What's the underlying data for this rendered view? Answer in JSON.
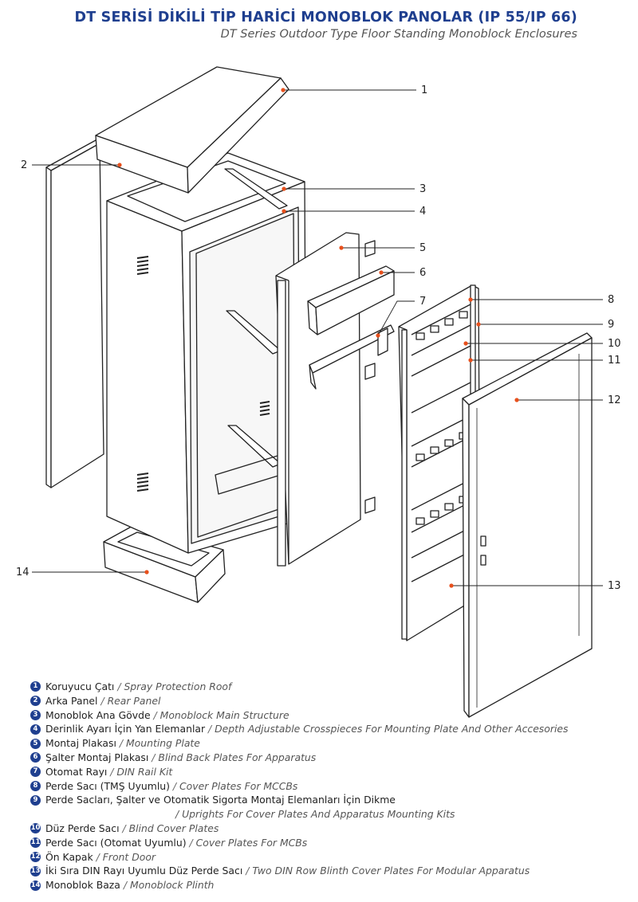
{
  "header": {
    "title": "DT SERİSİ DİKİLİ TİP HARİCİ MONOBLOK PANOLAR (IP 55/IP 66)",
    "subtitle": "DT Series Outdoor Type Floor Standing Monoblock Enclosures"
  },
  "callouts": [
    "1",
    "2",
    "3",
    "4",
    "5",
    "6",
    "7",
    "8",
    "9",
    "10",
    "11",
    "12",
    "13",
    "14"
  ],
  "legend": [
    {
      "num": "1",
      "tr": "Koruyucu Çatı",
      "en": "Spray Protection Roof"
    },
    {
      "num": "2",
      "tr": "Arka Panel",
      "en": "Rear Panel"
    },
    {
      "num": "3",
      "tr": "Monoblok Ana Gövde",
      "en": "Monoblock Main Structure"
    },
    {
      "num": "4",
      "tr": "Derinlik Ayarı İçin Yan Elemanlar",
      "en": "Depth Adjustable Crosspieces For Mounting Plate And Other Accesories"
    },
    {
      "num": "5",
      "tr": "Montaj Plakası ",
      "en": "Mounting Plate"
    },
    {
      "num": "6",
      "tr": "Şalter Montaj Plakası",
      "en": "Blind Back Plates For Apparatus"
    },
    {
      "num": "7",
      "tr": "Otomat Rayı",
      "en": "DIN Rail Kit"
    },
    {
      "num": "8",
      "tr": "Perde Sacı (TMŞ Uyumlu)",
      "en": "Cover Plates For MCCBs"
    },
    {
      "num": "9",
      "tr": "Perde Sacları, Şalter ve Otomatik Sigorta Montaj Elemanları İçin Dikme",
      "en": ""
    },
    {
      "num": "10",
      "tr": "Düz Perde Sacı",
      "en": "Blind Cover Plates"
    },
    {
      "num": "11",
      "tr": "Perde Sacı (Otomat Uyumlu)",
      "en": "Cover Plates For MCBs"
    },
    {
      "num": "12",
      "tr": "Ön Kapak",
      "en": "Front Door"
    },
    {
      "num": "13",
      "tr": "İki Sıra DIN Rayı Uyumlu Düz Perde Sacı",
      "en": "Two DIN Row Blinth Cover Plates For Modular Apparatus"
    },
    {
      "num": "14",
      "tr": "Monoblok Baza ",
      "en": "Monoblock Plinth"
    }
  ],
  "legend_continuation": "/ Uprights For Cover Plates And Apparatus Mounting Kits",
  "colors": {
    "accent": "#1f3f8f",
    "marker": "#e8501c",
    "line": "#222222"
  }
}
